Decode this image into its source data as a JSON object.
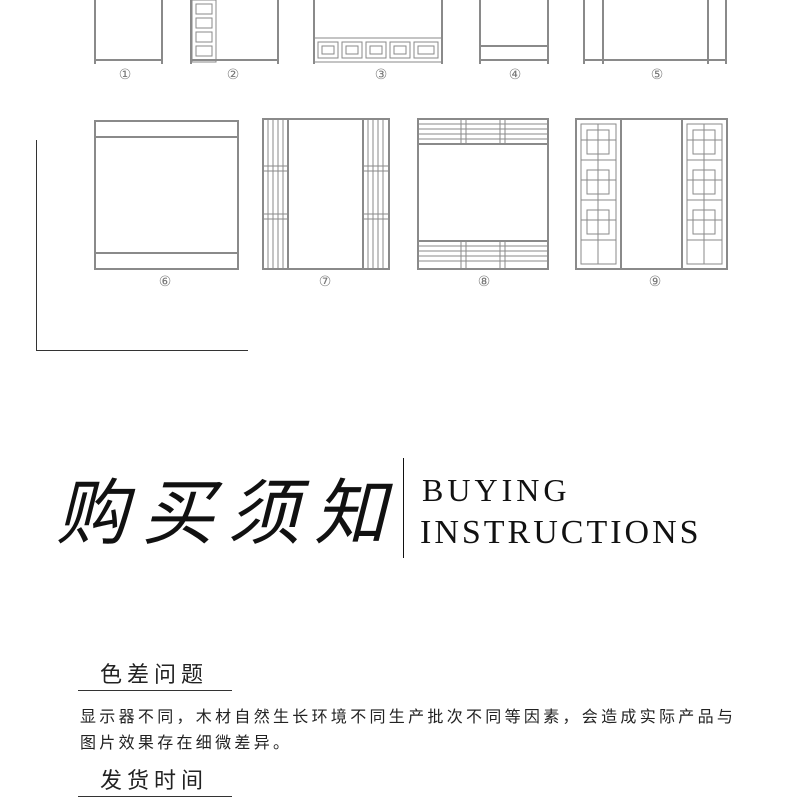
{
  "style_numbers": [
    "①",
    "②",
    "③",
    "④",
    "⑤",
    "⑥",
    "⑦",
    "⑧",
    "⑨"
  ],
  "title": {
    "cn": "购买须知",
    "en_line1": "BUYING",
    "en_line2": "INSTRUCTIONS"
  },
  "sections": [
    {
      "heading": "色差问题",
      "text": "显示器不同，木材自然生长环境不同生产批次不同等因素，会造成实际产品与图片效果存在细微差异。"
    },
    {
      "heading": "发货时间"
    }
  ],
  "colors": {
    "frame": "#8a8a8a",
    "text": "#222222",
    "line": "#333333"
  }
}
